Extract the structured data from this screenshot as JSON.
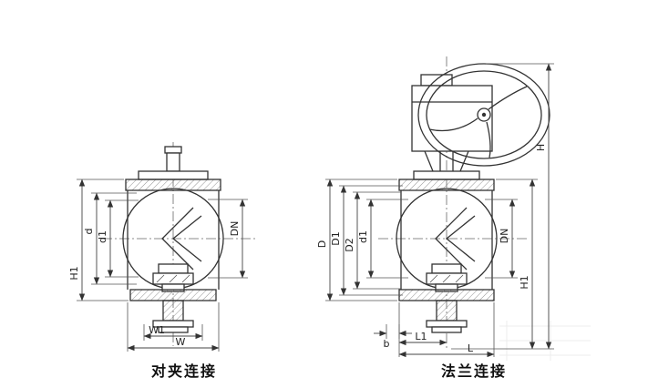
{
  "drawing": {
    "left": {
      "caption": "对夹连接",
      "dims": {
        "d": "d",
        "d1": "d1",
        "dn": "DN",
        "h1": "H1",
        "w1": "W1",
        "w": "W"
      }
    },
    "right": {
      "caption": "法兰连接",
      "dims": {
        "D": "D",
        "D1": "D1",
        "D2": "D2",
        "d1": "d1",
        "dn": "DN",
        "b": "b",
        "l1": "L1",
        "l": "L",
        "h": "H",
        "h1": "H1"
      }
    }
  },
  "colors": {
    "line": "#333333",
    "background": "#ffffff"
  }
}
